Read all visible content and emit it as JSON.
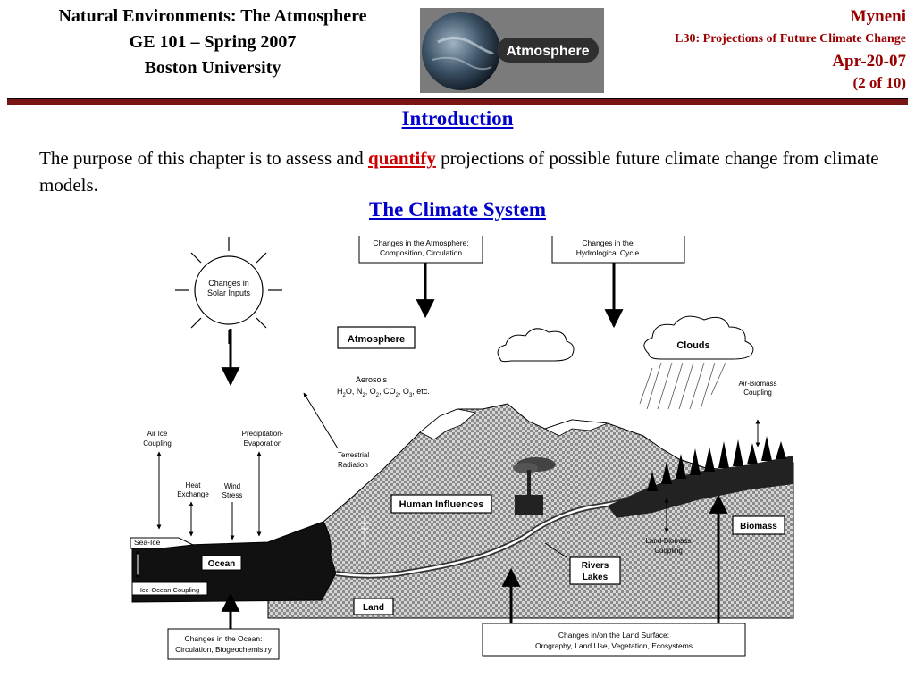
{
  "header": {
    "course_title": "Natural Environments: The Atmosphere",
    "course_code": "GE 101 – Spring 2007",
    "university": "Boston University",
    "instructor": "Myneni",
    "lecture": "L30: Projections of Future Climate Change",
    "date": "Apr-20-07",
    "page": "(2 of 10)",
    "logo_text": "Atmosphere"
  },
  "colors": {
    "accent_red": "#990000",
    "link_blue": "#0000cc",
    "divider": "#7a1515",
    "quantify_red": "#cc0000"
  },
  "intro": {
    "title": "Introduction",
    "text_before": "The purpose of this chapter is to assess and ",
    "highlight": "quantify",
    "text_after": " projections of possible future climate change from climate models."
  },
  "diagram": {
    "title": "The Climate System",
    "labels": {
      "solar": [
        "Changes in",
        "Solar Inputs"
      ],
      "atmos_change": [
        "Changes in the Atmosphere:",
        "Composition, Circulation"
      ],
      "hydro_change": [
        "Changes in the",
        "Hydrological Cycle"
      ],
      "atmosphere": "Atmosphere",
      "clouds": "Clouds",
      "aerosols": "Aerosols",
      "gases": [
        "H",
        "2",
        "O, N",
        "2",
        ", O",
        "2",
        ", CO",
        "2",
        ", O",
        "3",
        ", etc."
      ],
      "air_biomass": [
        "Air-Biomass",
        "Coupling"
      ],
      "air_ice": [
        "Air Ice",
        "Coupling"
      ],
      "precip": [
        "Precipitation-",
        "Evaporation"
      ],
      "terrestrial": [
        "Terrestrial",
        "Radiation"
      ],
      "heat": [
        "Heat",
        "Exchange"
      ],
      "wind": [
        "Wind",
        "Stress"
      ],
      "human": "Human Influences",
      "biomass": "Biomass",
      "land_biomass": [
        "Land-Biomass",
        "Coupling"
      ],
      "sea_ice": "Sea-Ice",
      "ocean": "Ocean",
      "ice_ocean": "Ice-Ocean Coupling",
      "rivers": [
        "Rivers",
        "Lakes"
      ],
      "land": "Land",
      "ocean_change": [
        "Changes in the Ocean:",
        "Circulation, Biogeochemistry"
      ],
      "land_change": [
        "Changes in/on the Land Surface:",
        "Orography, Land Use, Vegetation, Ecosystems"
      ]
    }
  }
}
